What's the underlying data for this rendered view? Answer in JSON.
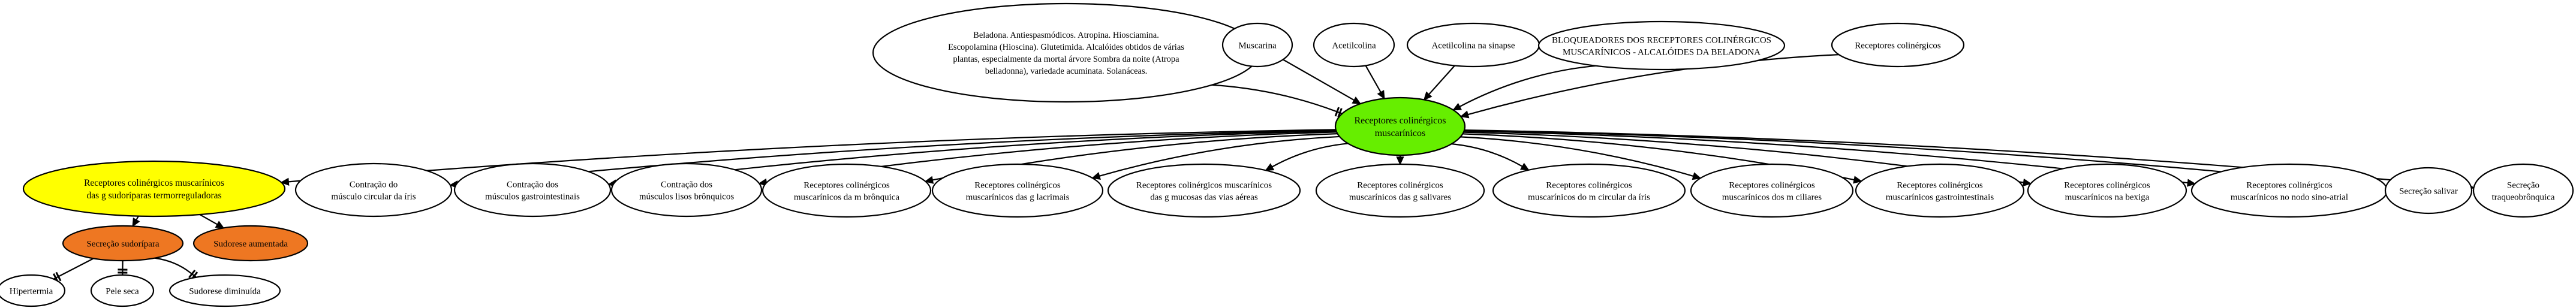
{
  "colors": {
    "center": "#66ee00",
    "highlight": "#ffff00",
    "effect": "#ee7722",
    "plain": "#ffffff",
    "stroke": "#000000"
  },
  "nodes": {
    "beladona": {
      "label": [
        "Beladona. Antiespasmódicos. Atropina. Hiosciamina.",
        "Escopolamina (Hioscina). Glutetimida. Alcalóides obtidos de várias",
        "plantas, especialmente da mortal árvore Sombra da noite (Atropa",
        "belladonna), variedade acuminata. Solanáceas."
      ]
    },
    "muscarina": {
      "label": [
        "Muscarina"
      ]
    },
    "acetilcolina": {
      "label": [
        "Acetilcolina"
      ]
    },
    "acetil_sinapse": {
      "label": [
        "Acetilcolina na sinapse"
      ]
    },
    "bloqueadores": {
      "label": [
        "BLOQUEADORES DOS RECEPTORES COLINÉRGICOS",
        "MUSCARÍNICOS - ALCALÓIDES DA BELADONA"
      ]
    },
    "receptores_col": {
      "label": [
        "Receptores colinérgicos"
      ]
    },
    "center": {
      "label": [
        "Receptores colinérgicos",
        "muscarínicos"
      ]
    },
    "termo": {
      "label": [
        "Receptores colinérgicos muscarínicos",
        "das g sudoríparas termorreguladoras"
      ]
    },
    "iris_musc": {
      "label": [
        "Contração do",
        "músculo circular da íris"
      ]
    },
    "gastro_musc": {
      "label": [
        "Contração dos",
        "músculos gastrointestinais"
      ]
    },
    "bronq_musc": {
      "label": [
        "Contração dos",
        "músculos lisos brônquicos"
      ]
    },
    "m_bronquica": {
      "label": [
        "Receptores colinérgicos",
        "muscarínicos da m brônquica"
      ]
    },
    "g_lacrimais": {
      "label": [
        "Receptores colinérgicos",
        "muscarínicos das g lacrimais"
      ]
    },
    "g_mucosas": {
      "label": [
        "Receptores colinérgicos muscarínicos",
        "das g mucosas das vias aéreas"
      ]
    },
    "g_salivares": {
      "label": [
        "Receptores colinérgicos",
        "muscarínicos das g salivares"
      ]
    },
    "m_circ_iris": {
      "label": [
        "Receptores colinérgicos",
        "muscarínicos do m circular da íris"
      ]
    },
    "m_ciliares": {
      "label": [
        "Receptores colinérgicos",
        "muscarínicos dos m ciliares"
      ]
    },
    "gastroint": {
      "label": [
        "Receptores colinérgicos",
        "muscarínicos gastrointestinais"
      ]
    },
    "bexiga": {
      "label": [
        "Receptores colinérgicos",
        "muscarínicos na bexiga"
      ]
    },
    "sino_atrial": {
      "label": [
        "Receptores colinérgicos",
        "muscarínicos no nodo sino-atrial"
      ]
    },
    "secrecao_salivar": {
      "label": [
        "Secreção salivar"
      ]
    },
    "secrecao_traq": {
      "label": [
        "Secreção",
        "traqueobrônquica"
      ]
    },
    "secrecao_sudoripara": {
      "label": [
        "Secreção sudorípara"
      ]
    },
    "sudorese_aumentada": {
      "label": [
        "Sudorese aumentada"
      ]
    },
    "hipertermia": {
      "label": [
        "Hipertermia"
      ]
    },
    "pele_seca": {
      "label": [
        "Pele seca"
      ]
    },
    "sudorese_diminuida": {
      "label": [
        "Sudorese diminuída"
      ]
    }
  }
}
